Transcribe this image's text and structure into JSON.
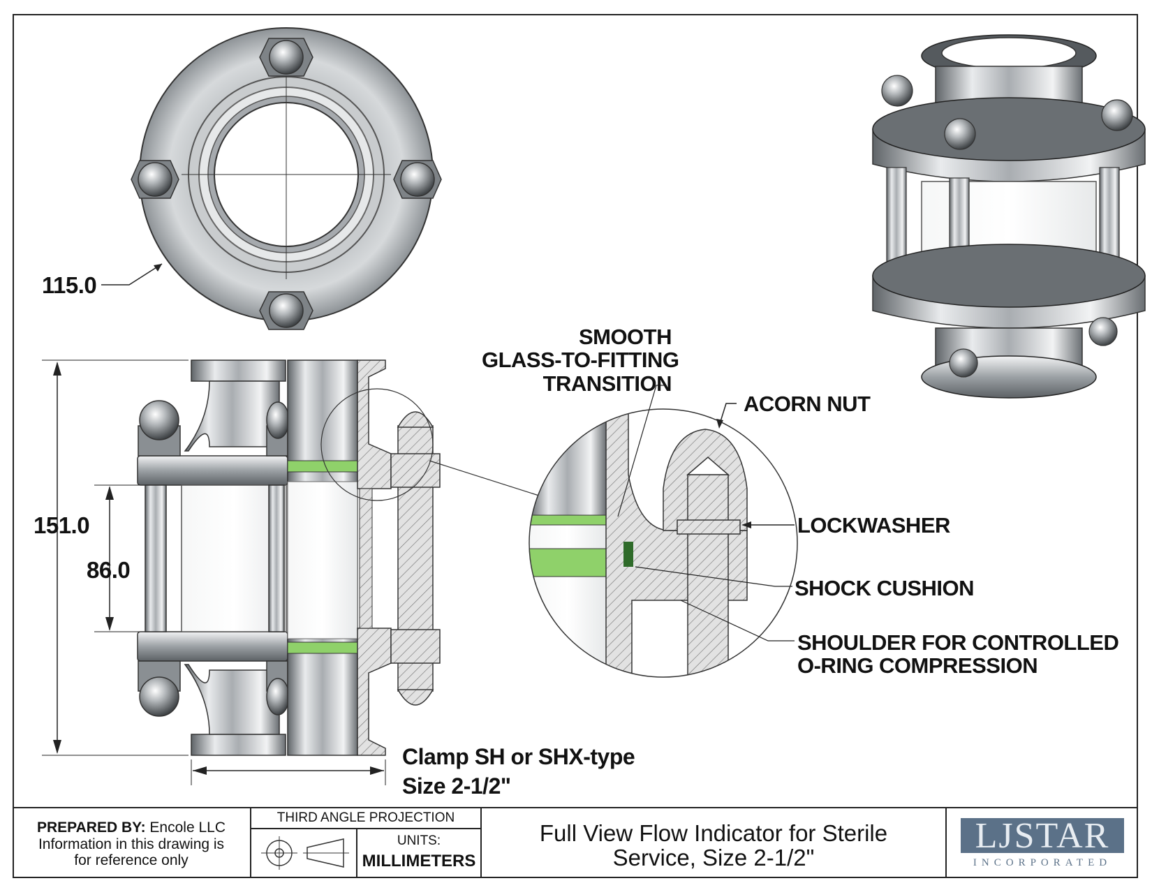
{
  "dimensions": {
    "flange_diameter": "115.0",
    "overall_height": "151.0",
    "glass_length": "86.0"
  },
  "callouts": {
    "smooth_transition": [
      "SMOOTH",
      "GLASS-TO-FITTING",
      "TRANSITION"
    ],
    "acorn_nut": "ACORN NUT",
    "lockwasher": "LOCKWASHER",
    "shock_cushion": "SHOCK CUSHION",
    "shoulder": [
      "SHOULDER FOR CONTROLLED",
      "O-RING COMPRESSION"
    ],
    "clamp": [
      "Clamp SH or SHX-type",
      "Size 2-1/2\""
    ]
  },
  "title_block": {
    "prepared_by_label": "PREPARED BY:",
    "prepared_by_value": "Encole LLC",
    "disclaimer": [
      "Information in this drawing is",
      "for reference only"
    ],
    "projection": "THIRD ANGLE PROJECTION",
    "units_label": "UNITS:",
    "units_value": "MILLIMETERS",
    "title": [
      "Full View Flow Indicator for Sterile",
      "Service, Size 2-1/2\""
    ],
    "logo_main": "LJSTAR",
    "logo_sub": "INCORPORATED"
  },
  "colors": {
    "steel_light": "#e4e6e8",
    "steel_dark": "#6d7276",
    "gasket_green": "#8fd16a",
    "logo_blue": "#5b7188"
  }
}
